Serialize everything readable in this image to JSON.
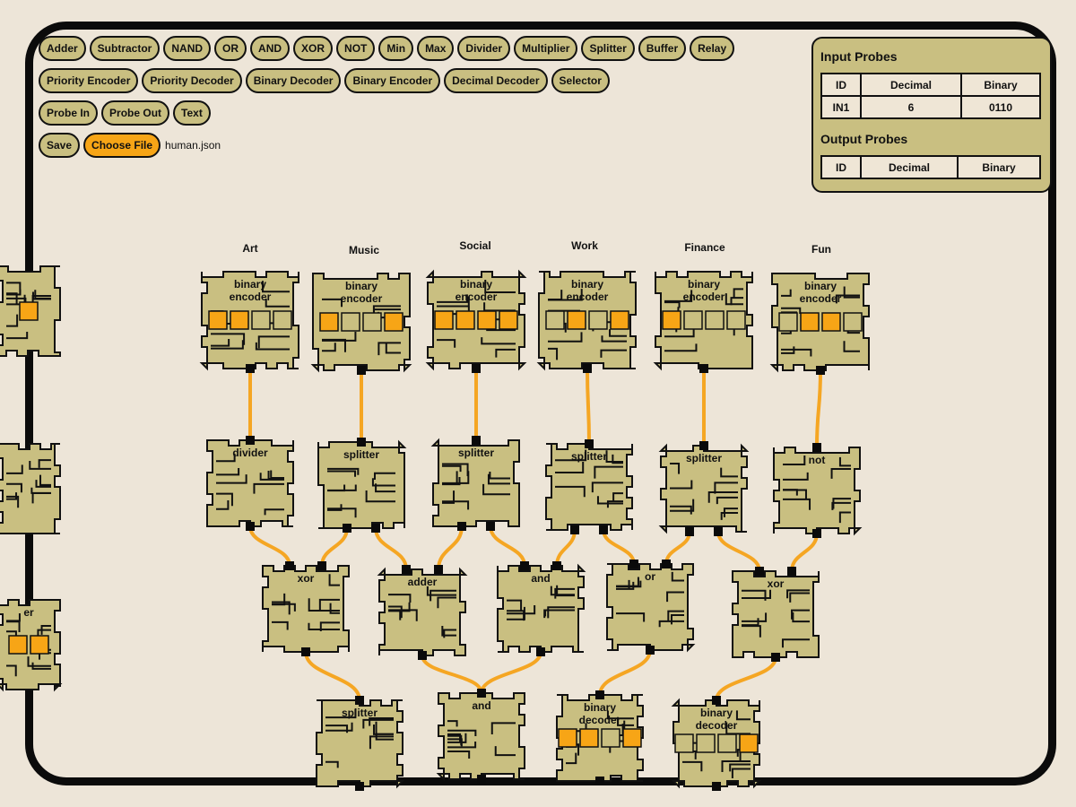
{
  "toolbar": {
    "row1": [
      "Adder",
      "Subtractor",
      "NAND",
      "OR",
      "AND",
      "XOR",
      "NOT",
      "Min",
      "Max",
      "Divider",
      "Multiplier",
      "Splitter",
      "Buffer",
      "Relay"
    ],
    "row2": [
      "Priority Encoder",
      "Priority Decoder",
      "Binary Decoder",
      "Binary Encoder",
      "Decimal Decoder",
      "Selector"
    ],
    "row3": [
      "Probe In",
      "Probe Out",
      "Text"
    ],
    "save_label": "Save",
    "choose_file_label": "Choose File",
    "file_name": "human.json"
  },
  "probes": {
    "input_title": "Input Probes",
    "output_title": "Output Probes",
    "headers": [
      "ID",
      "Decimal",
      "Binary"
    ],
    "input_rows": [
      [
        "IN1",
        "6",
        "0110"
      ]
    ]
  },
  "canvas": {
    "column_labels": [
      "Art",
      "Music",
      "Social",
      "Work",
      "Finance",
      "Fun"
    ],
    "encoders": [
      {
        "label": "binary\nencoder",
        "bits": [
          1,
          1,
          0,
          0
        ]
      },
      {
        "label": "binary\nencoder",
        "bits": [
          1,
          0,
          0,
          1
        ]
      },
      {
        "label": "binary\nencoder",
        "bits": [
          1,
          1,
          1,
          1
        ]
      },
      {
        "label": "binary\nencoder",
        "bits": [
          0,
          1,
          0,
          1
        ]
      },
      {
        "label": "binary\nencoder",
        "bits": [
          1,
          0,
          0,
          0
        ]
      },
      {
        "label": "binary\nencoder",
        "bits": [
          0,
          1,
          1,
          0
        ]
      }
    ],
    "second_row": [
      "divider",
      "splitter",
      "splitter",
      "splitter",
      "splitter",
      "not"
    ],
    "third_row": [
      "xor",
      "adder",
      "and",
      "or",
      "xor"
    ],
    "fourth_row": [
      {
        "label": "splitter"
      },
      {
        "label": "and"
      },
      {
        "label": "binary\ndecoder",
        "bits": [
          1,
          1,
          0,
          1
        ]
      },
      {
        "label": "binary\ndecoder",
        "bits": [
          0,
          0,
          0,
          1
        ]
      }
    ],
    "edge_fragments": [
      {
        "bits": [
          1
        ]
      },
      {
        "bits": []
      },
      {
        "label": "er",
        "bits": [
          1,
          1
        ]
      }
    ]
  },
  "colors": {
    "background": "#ede5d8",
    "component_fill": "#c9bf81",
    "wire": "#f5a623",
    "bit_on": "#f7a516",
    "bit_off": "#c9bf81",
    "outline": "#111111"
  }
}
